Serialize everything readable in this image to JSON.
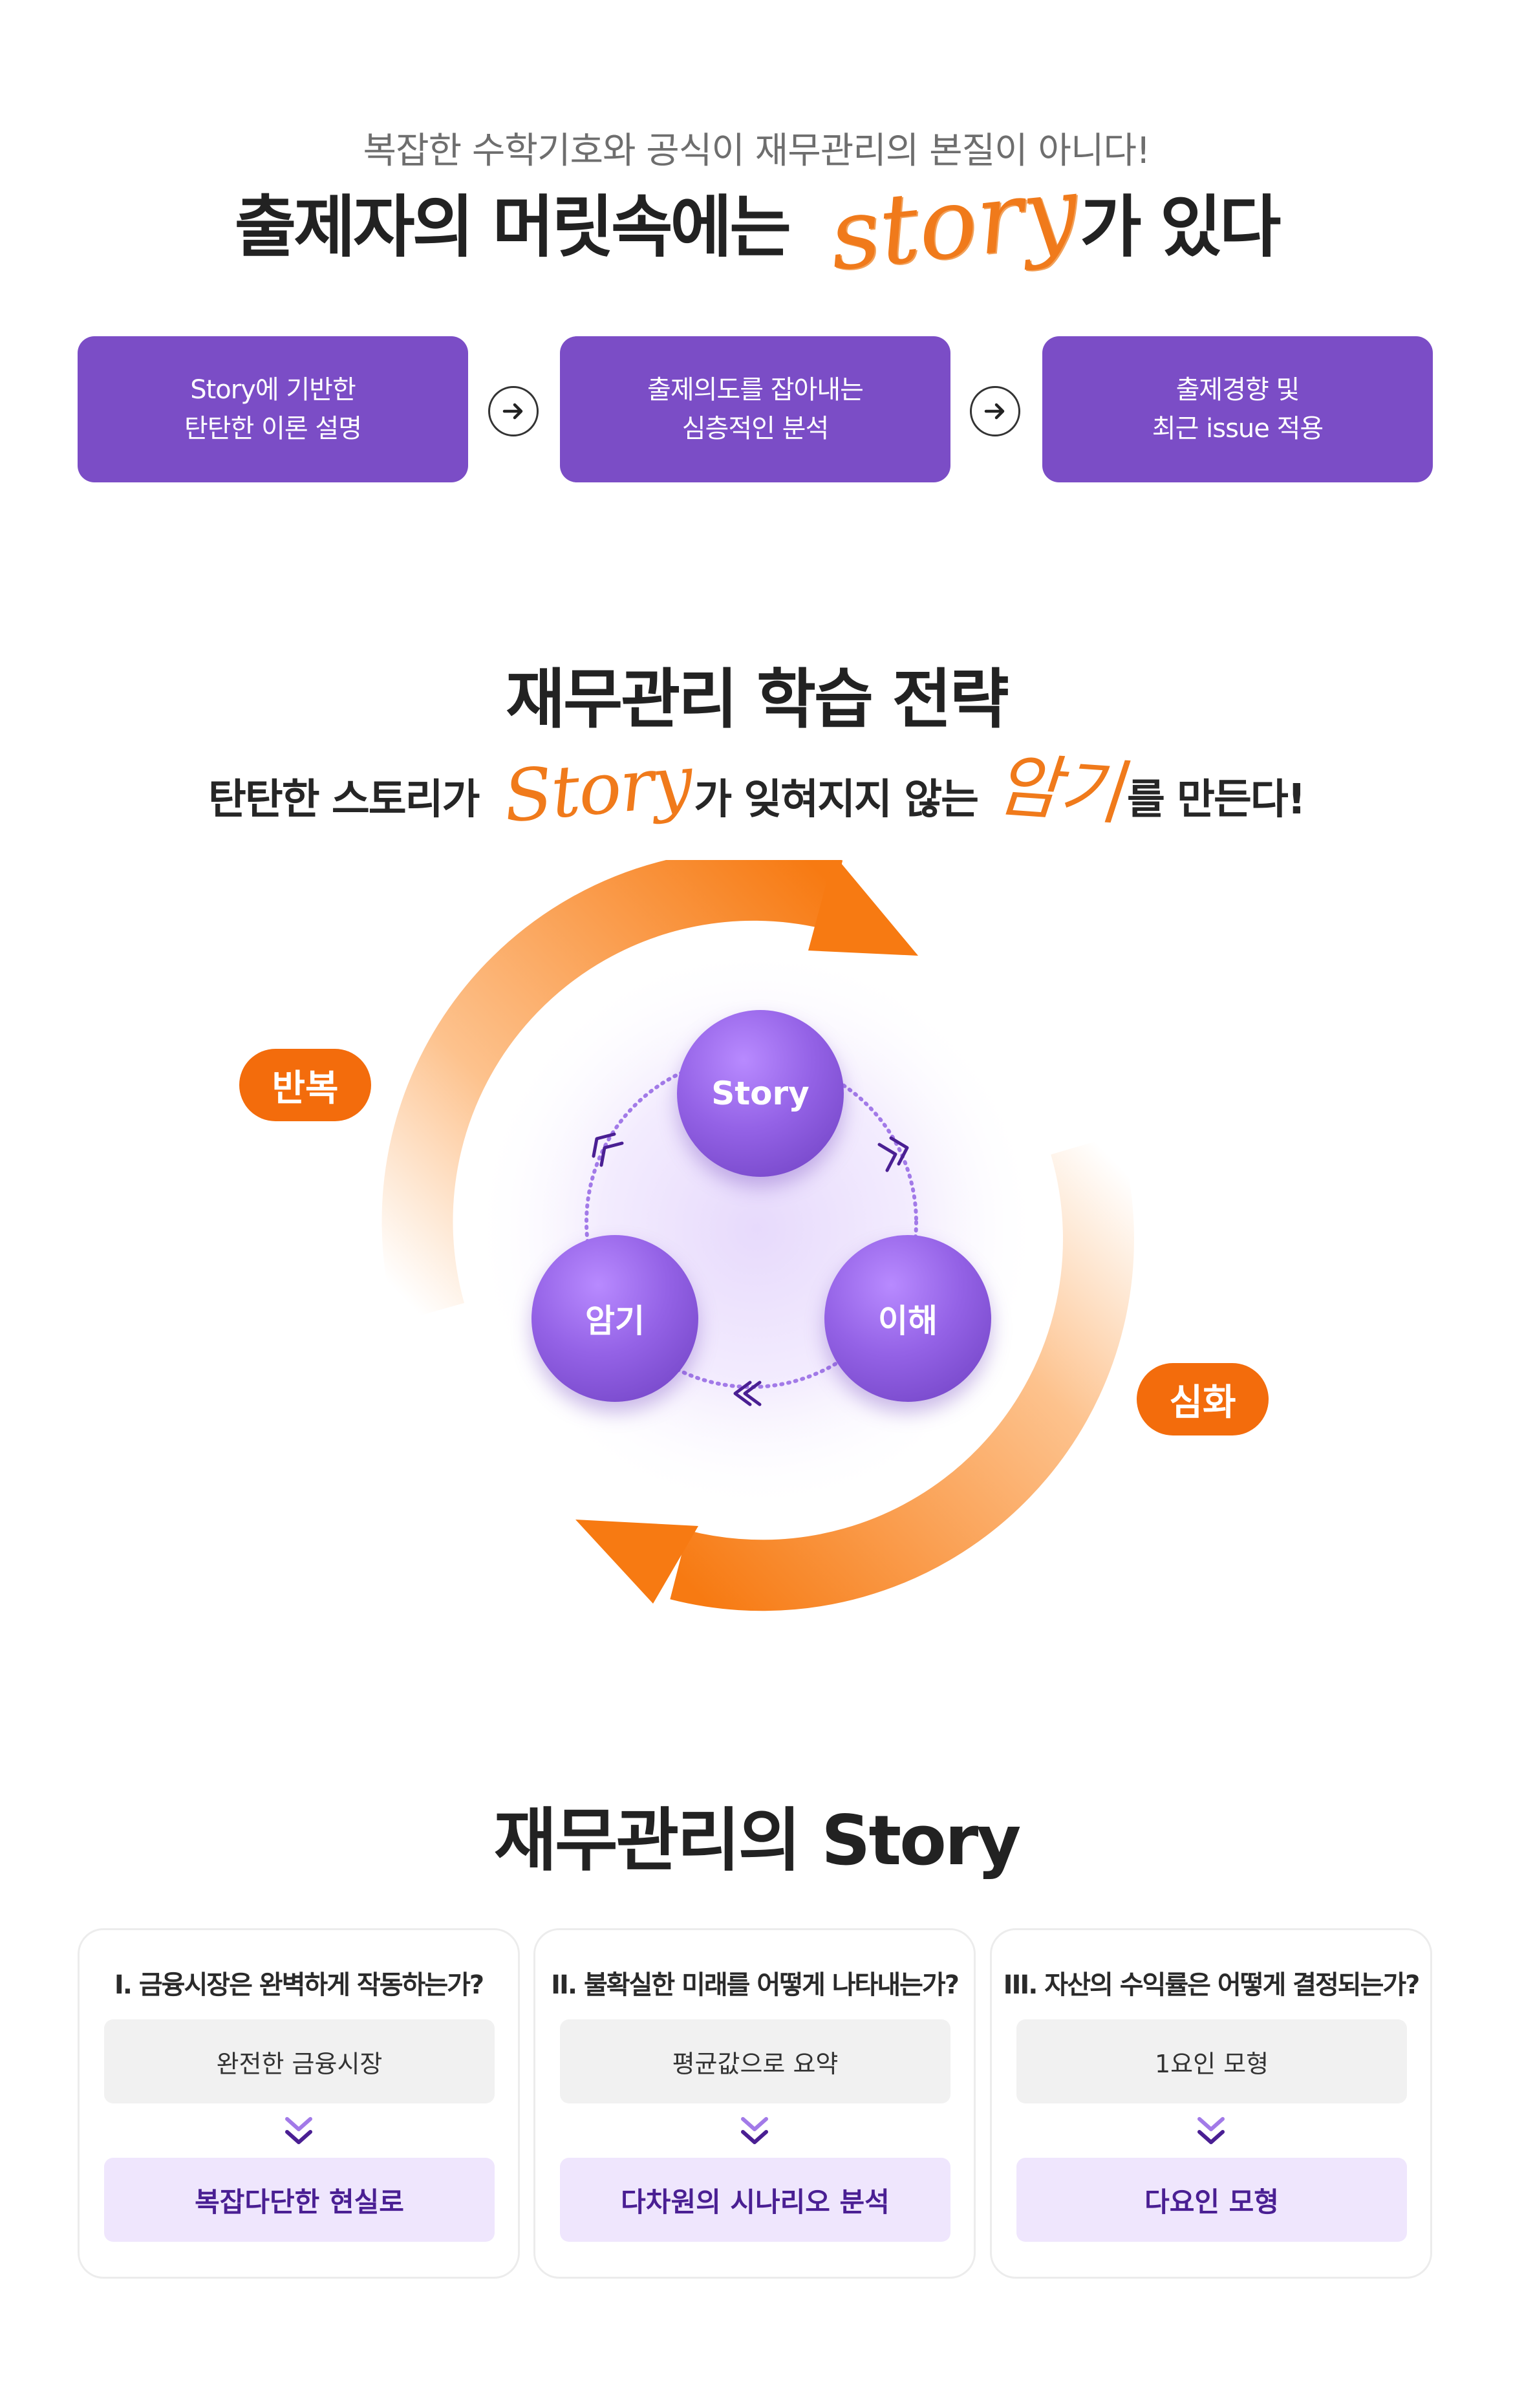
{
  "intro": {
    "subhead": "복잡한 수학기호와 공식이 재무관리의 본질이 아니다!",
    "headline_prefix": "출제자의 머릿속에는 ",
    "headline_script": "story",
    "headline_suffix": "가 있다"
  },
  "steps": [
    {
      "line1": "Story에 기반한",
      "line2": "탄탄한 이론 설명"
    },
    {
      "line1": "출제의도를 잡아내는",
      "line2": "심층적인 분석"
    },
    {
      "line1": "출제경향 및",
      "line2": "최근 issue 적용"
    }
  ],
  "strategy": {
    "title": "재무관리 학습 전략",
    "sub_prefix": "탄탄한 스토리가 ",
    "sub_script": "Story",
    "sub_middle": "가 잊혀지지 않는 ",
    "sub_script2": "암기",
    "sub_suffix": "를 만든다!",
    "tag_left": "반복",
    "tag_right": "심화",
    "node_top": "Story",
    "node_left": "암기",
    "node_right": "이해"
  },
  "story": {
    "title": "재무관리의 Story",
    "cards": [
      {
        "question": "I. 금융시장은 완벽하게 작동하는가?",
        "from": "완전한 금융시장",
        "to": "복잡다단한 현실로"
      },
      {
        "question": "II. 불확실한 미래를 어떻게 나타내는가?",
        "from": "평균값으로 요약",
        "to": "다차원의 시나리오 분석"
      },
      {
        "question": "III. 자산의 수익률은 어떻게 결정되는가?",
        "from": "1요인 모형",
        "to": "다요인 모형"
      }
    ]
  },
  "colors": {
    "purple": "#7b4dc6",
    "orange": "#f36c0c",
    "deep_purple": "#4a1f93"
  }
}
